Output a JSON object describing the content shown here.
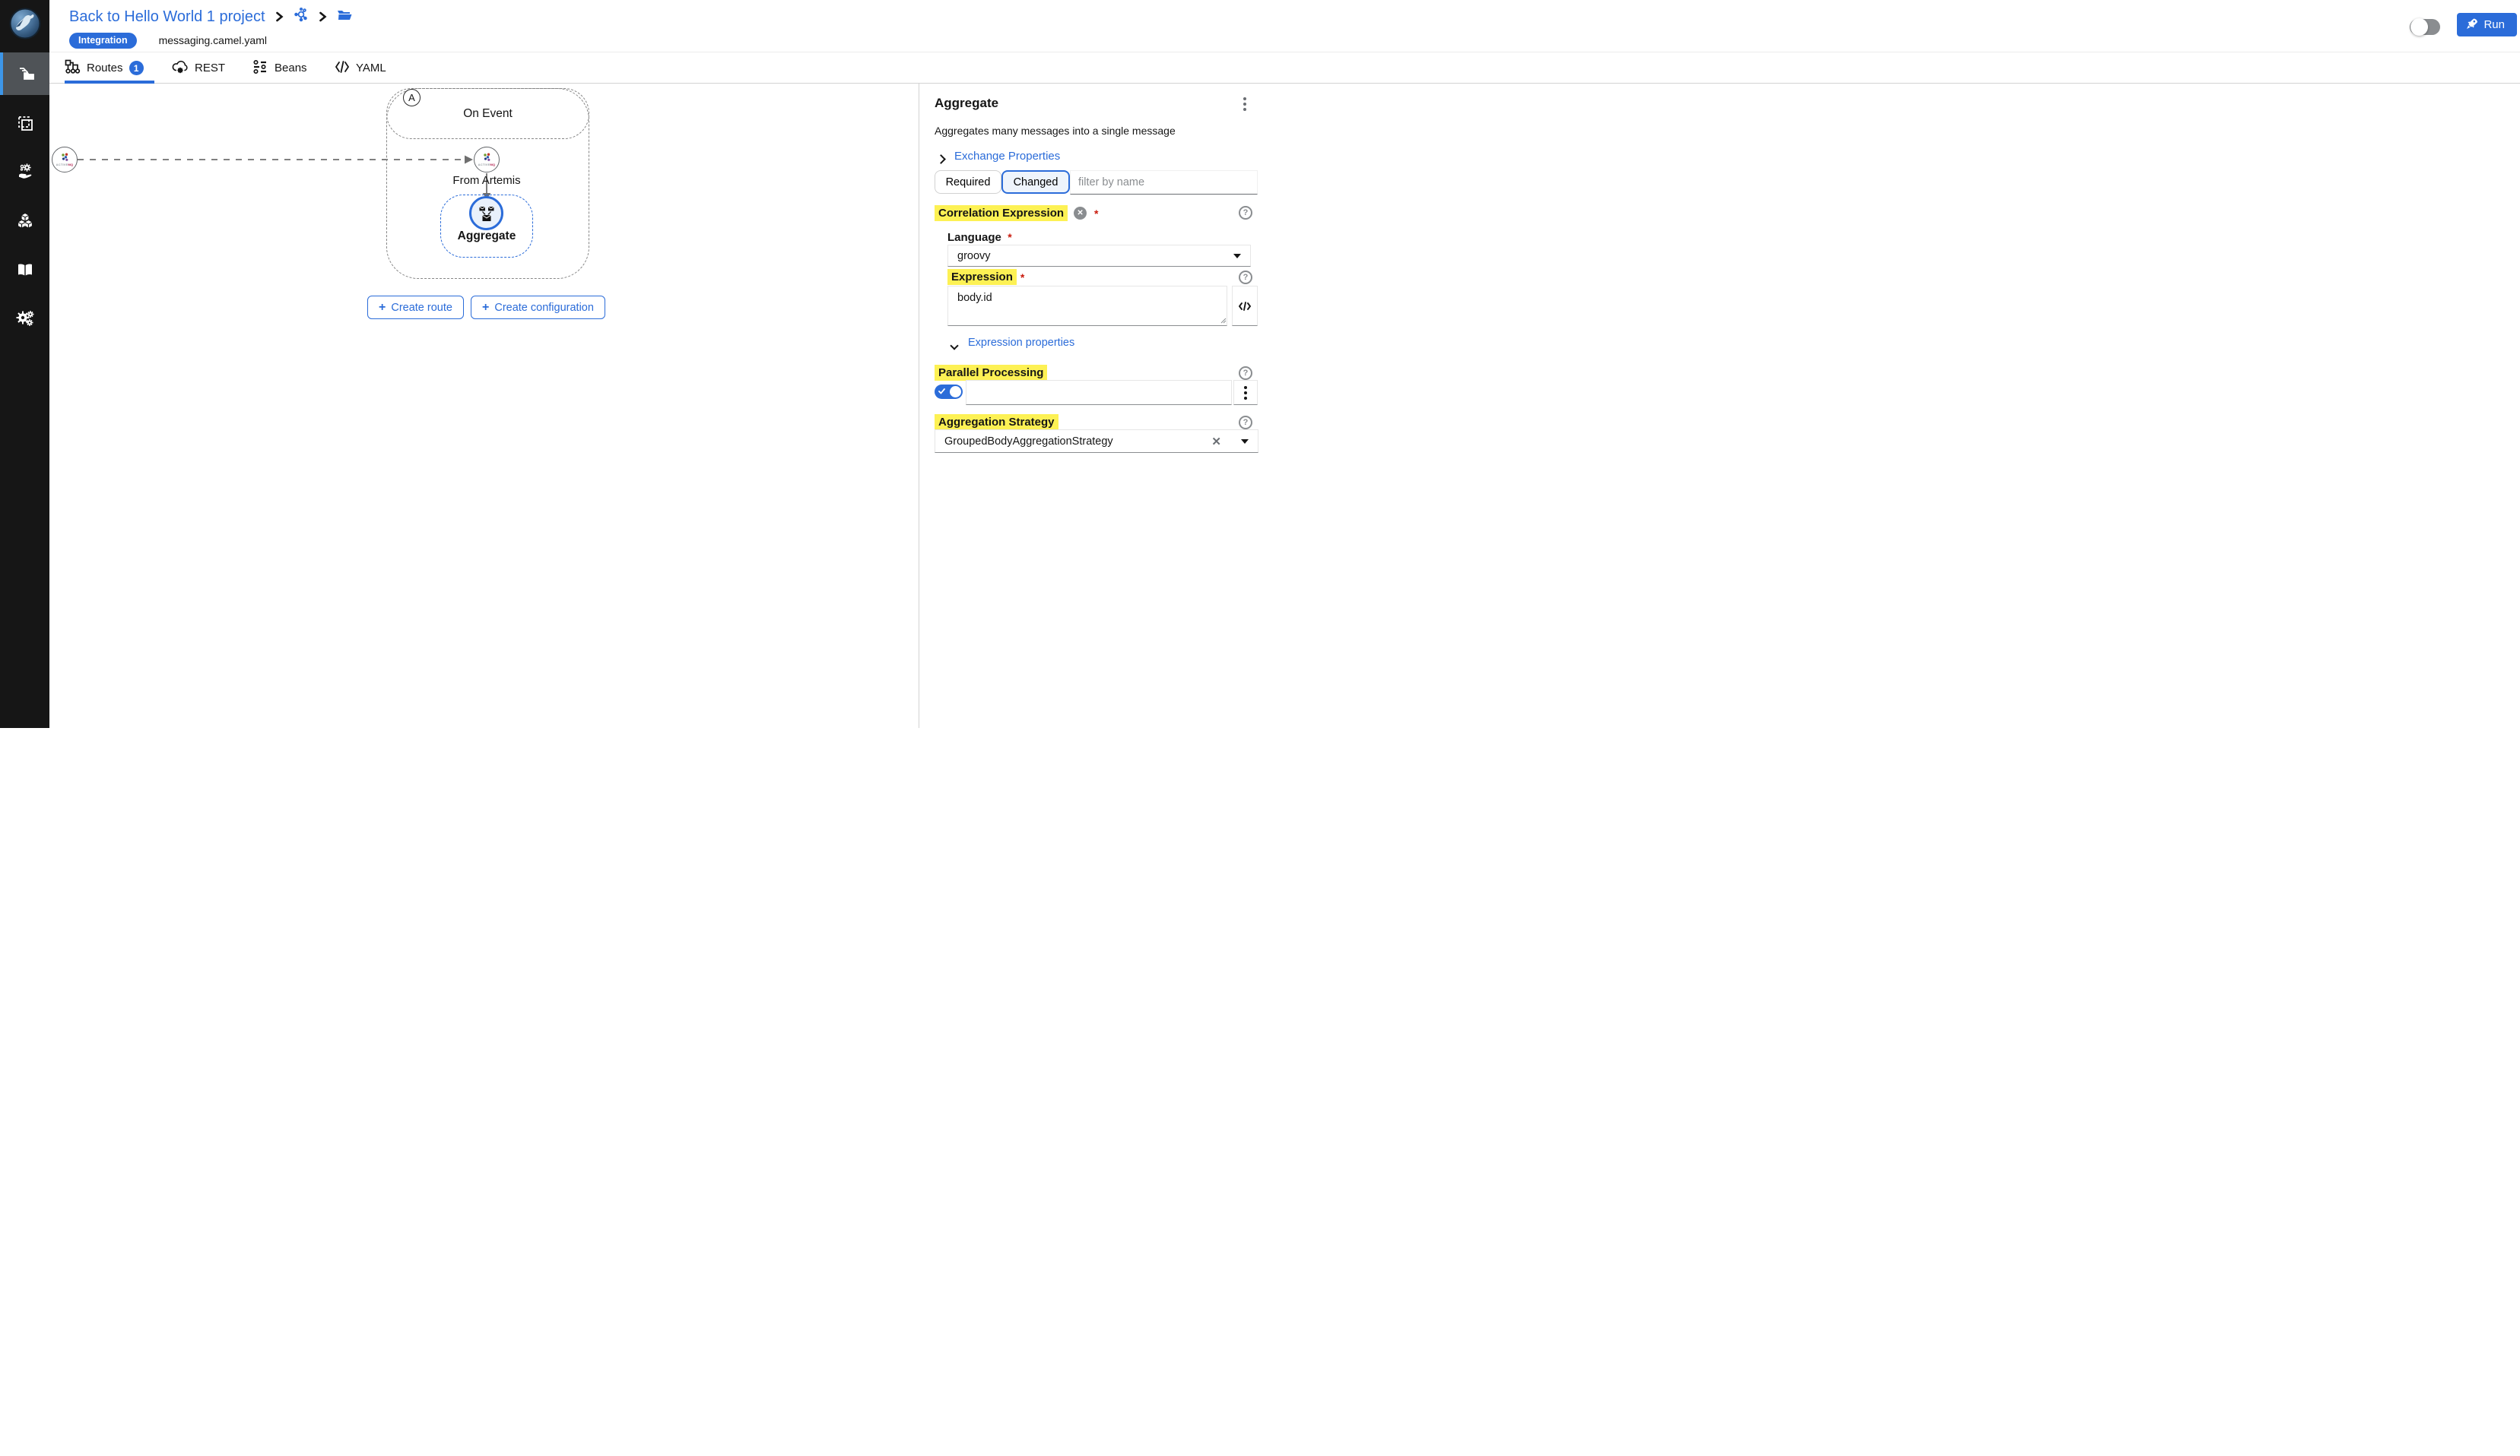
{
  "header": {
    "back_link": "Back to Hello World 1 project",
    "integration_badge": "Integration",
    "filename": "messaging.camel.yaml",
    "run_label": "Run"
  },
  "tabs": {
    "routes": "Routes",
    "routes_badge": "1",
    "rest": "REST",
    "beans": "Beans",
    "yaml": "YAML"
  },
  "canvas": {
    "group_badge": "A",
    "group_title": "On Event",
    "from_label": "From Artemis",
    "aggregate_label": "Aggregate",
    "activemq_text_1": "ACTIVE",
    "activemq_text_2": "MQ",
    "plus": "+",
    "create_route": "Create route",
    "create_configuration": "Create configuration"
  },
  "panel": {
    "title": "Aggregate",
    "description": "Aggregates many messages into a single message",
    "exchange_properties": "Exchange Properties",
    "required": "Required",
    "changed": "Changed",
    "filter_placeholder": "filter by name",
    "correlation_label": "Correlation Expression",
    "language_label": "Language",
    "language_value": "groovy",
    "expression_label": "Expression",
    "expression_value": "body.id",
    "expression_properties": "Expression properties",
    "parallel_label": "Parallel Processing",
    "aggregation_label": "Aggregation Strategy",
    "aggregation_value": "GroupedBodyAggregationStrategy",
    "required_marker": "*",
    "help_glyph": "?"
  },
  "colors": {
    "accent": "#2b6cd9",
    "highlight": "#fdf154",
    "sidebar_bg": "#161616",
    "selection_blue": "#2b6cd9"
  }
}
